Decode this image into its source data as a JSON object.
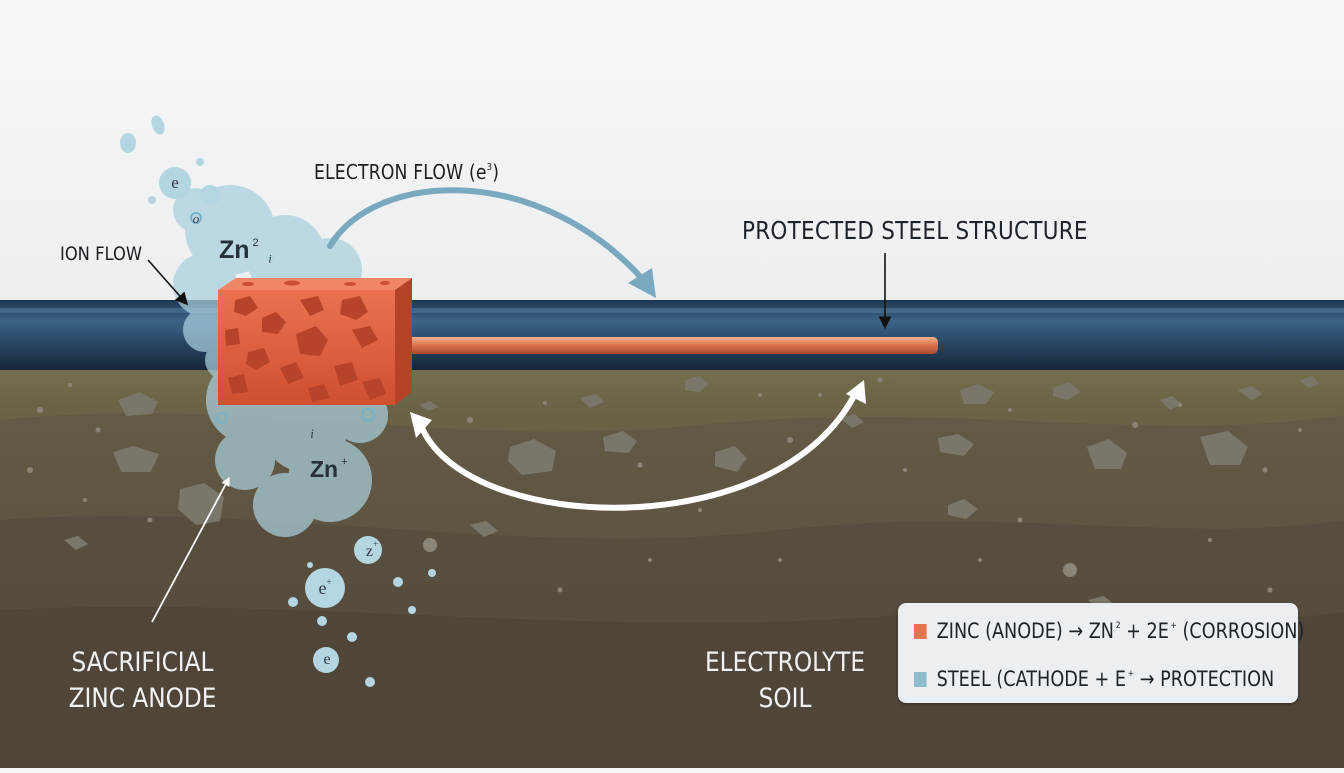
{
  "labels": {
    "electron_flow": "ELECTRON FLOW (e",
    "electron_flow_sup": "3",
    "electron_flow_close": ")",
    "ion_flow": "ION FLOW",
    "protected_structure": "PROTECTED STEEL STRUCTURE",
    "anode_line1": "SACRIFICIAL",
    "anode_line2": "ZINC ANODE",
    "soil_line1": "ELECTROLYTE",
    "soil_line2": "SOIL"
  },
  "chemistry": {
    "zn_upper": "Zn",
    "zn_upper_sup": "2",
    "zn_lower": "Zn",
    "zn_lower_sup": "+",
    "bubble_e_top": "e",
    "bubble_o_top": "o",
    "bubble_i_top": "i",
    "bubble_i_bottom": "i",
    "bubble_z": "z",
    "bubble_z_sup": "+",
    "bubble_eplus": "e",
    "bubble_eplus_sup": "+",
    "bubble_e_bottom": "e"
  },
  "legend": {
    "items": [
      {
        "text": "ZINC (ANODE) → ZN",
        "sup1": "2",
        "mid": " + 2E",
        "sup2": "+",
        "end": " (CORROSION)",
        "color": "#e5734f"
      },
      {
        "text": "STEEL (CATHODE + E",
        "sup1": "+",
        "mid": " → PROTECTION",
        "sup2": "",
        "end": "",
        "color": "#8fbccb"
      }
    ]
  },
  "colors": {
    "pipe": "#2d4d6a",
    "anode": "#df5f3e",
    "ion_cloud": "#a9cfdc",
    "electron_arrow": "#7aa9bf",
    "return_arrow": "#ffffff",
    "soil_top": "#6d6b4c",
    "soil_deep": "#4e4536"
  }
}
